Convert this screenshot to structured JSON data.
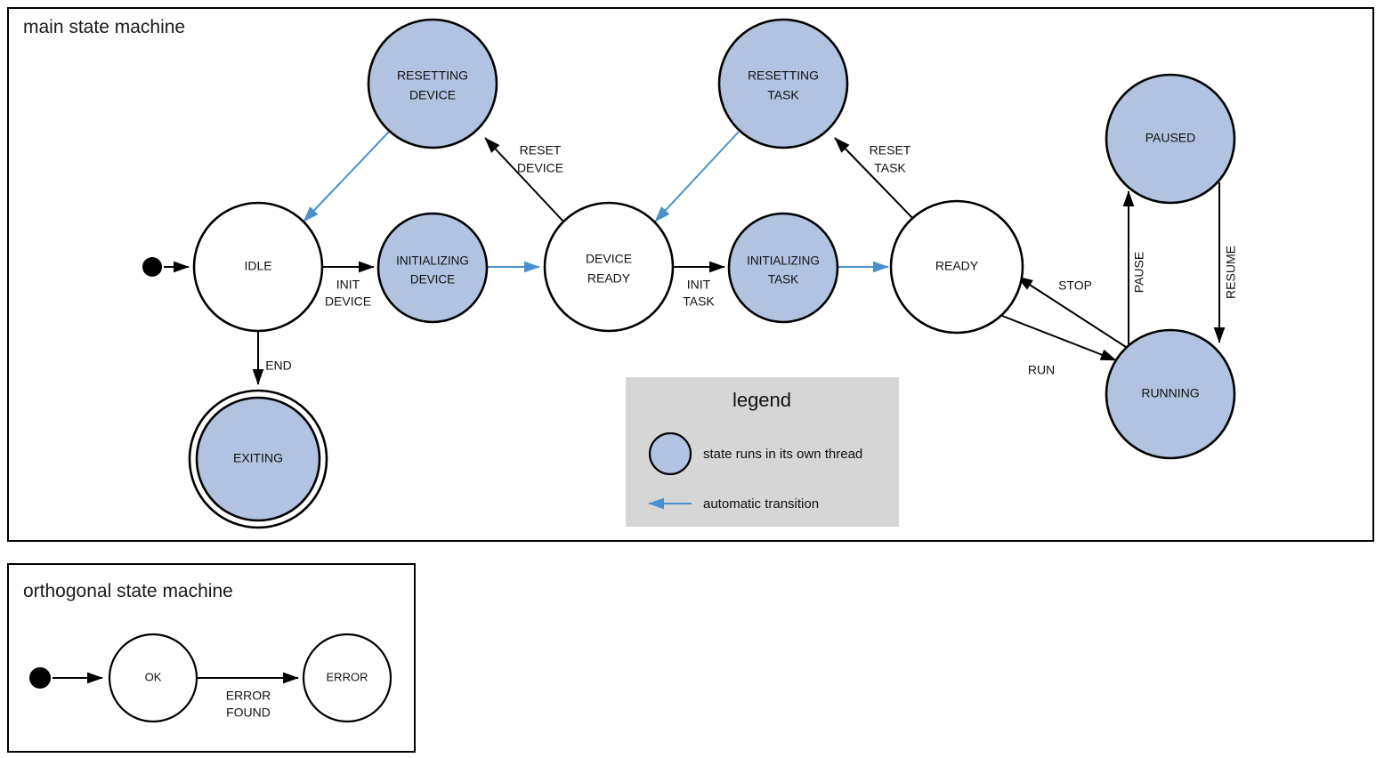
{
  "diagram": {
    "type": "state-machine",
    "accent_colors": {
      "threaded_state_fill": "#b1c3e0",
      "plain_state_fill": "#ffffff",
      "stroke": "#000000",
      "automatic_transition": "#4a90cd",
      "legend_background": "#d6d6d6"
    }
  },
  "main_frame": {
    "title": "main state machine",
    "states": [
      {
        "id": "idle",
        "label_lines": [
          "IDLE"
        ],
        "threaded": false,
        "final": false
      },
      {
        "id": "initializing_device",
        "label_lines": [
          "INITIALIZING",
          "DEVICE"
        ],
        "threaded": true,
        "final": false
      },
      {
        "id": "device_ready",
        "label_lines": [
          "DEVICE",
          "READY"
        ],
        "threaded": false,
        "final": false
      },
      {
        "id": "initializing_task",
        "label_lines": [
          "INITIALIZING",
          "TASK"
        ],
        "threaded": true,
        "final": false
      },
      {
        "id": "ready",
        "label_lines": [
          "READY"
        ],
        "threaded": false,
        "final": false
      },
      {
        "id": "resetting_device",
        "label_lines": [
          "RESETTING",
          "DEVICE"
        ],
        "threaded": true,
        "final": false
      },
      {
        "id": "resetting_task",
        "label_lines": [
          "RESETTING",
          "TASK"
        ],
        "threaded": true,
        "final": false
      },
      {
        "id": "paused",
        "label_lines": [
          "PAUSED"
        ],
        "threaded": true,
        "final": false
      },
      {
        "id": "running",
        "label_lines": [
          "RUNNING"
        ],
        "threaded": true,
        "final": false
      },
      {
        "id": "exiting",
        "label_lines": [
          "EXITING"
        ],
        "threaded": true,
        "final": true
      }
    ],
    "transitions": [
      {
        "from": "start",
        "to": "idle",
        "label_lines": [],
        "automatic": false
      },
      {
        "from": "idle",
        "to": "initializing_device",
        "label_lines": [
          "INIT",
          "DEVICE"
        ],
        "automatic": false
      },
      {
        "from": "initializing_device",
        "to": "device_ready",
        "label_lines": [],
        "automatic": true
      },
      {
        "from": "device_ready",
        "to": "initializing_task",
        "label_lines": [
          "INIT",
          "TASK"
        ],
        "automatic": false
      },
      {
        "from": "initializing_task",
        "to": "ready",
        "label_lines": [],
        "automatic": true
      },
      {
        "from": "device_ready",
        "to": "resetting_device",
        "label_lines": [
          "RESET",
          "DEVICE"
        ],
        "automatic": false
      },
      {
        "from": "resetting_device",
        "to": "idle",
        "label_lines": [],
        "automatic": true
      },
      {
        "from": "ready",
        "to": "resetting_task",
        "label_lines": [
          "RESET",
          "TASK"
        ],
        "automatic": false
      },
      {
        "from": "resetting_task",
        "to": "device_ready",
        "label_lines": [],
        "automatic": true
      },
      {
        "from": "ready",
        "to": "running",
        "label_lines": [
          "RUN"
        ],
        "automatic": false
      },
      {
        "from": "running",
        "to": "ready",
        "label_lines": [
          "STOP"
        ],
        "automatic": false
      },
      {
        "from": "running",
        "to": "paused",
        "label_lines": [
          "PAUSE"
        ],
        "automatic": false
      },
      {
        "from": "paused",
        "to": "running",
        "label_lines": [
          "RESUME"
        ],
        "automatic": false
      },
      {
        "from": "idle",
        "to": "exiting",
        "label_lines": [
          "END"
        ],
        "automatic": false
      }
    ],
    "edge_labels": {
      "init_device_1": "INIT",
      "init_device_2": "DEVICE",
      "init_task_1": "INIT",
      "init_task_2": "TASK",
      "reset_device_1": "RESET",
      "reset_device_2": "DEVICE",
      "reset_task_1": "RESET",
      "reset_task_2": "TASK",
      "run": "RUN",
      "stop": "STOP",
      "pause": "PAUSE",
      "resume": "RESUME",
      "end": "END"
    },
    "state_labels": {
      "idle": "IDLE",
      "initializing_device_1": "INITIALIZING",
      "initializing_device_2": "DEVICE",
      "device_ready_1": "DEVICE",
      "device_ready_2": "READY",
      "initializing_task_1": "INITIALIZING",
      "initializing_task_2": "TASK",
      "ready": "READY",
      "resetting_device_1": "RESETTING",
      "resetting_device_2": "DEVICE",
      "resetting_task_1": "RESETTING",
      "resetting_task_2": "TASK",
      "paused": "PAUSED",
      "running": "RUNNING",
      "exiting": "EXITING"
    }
  },
  "legend": {
    "title": "legend",
    "items": [
      {
        "symbol": "filled-circle",
        "text": "state runs in its own thread"
      },
      {
        "symbol": "blue-arrow",
        "text": "automatic transition"
      }
    ],
    "item_1_text": "state runs in its own thread",
    "item_2_text": "automatic transition"
  },
  "orthogonal_frame": {
    "title": "orthogonal state machine",
    "states": [
      {
        "id": "ok",
        "label": "OK"
      },
      {
        "id": "error",
        "label": "ERROR"
      }
    ],
    "state_labels": {
      "ok": "OK",
      "error": "ERROR"
    },
    "transitions": [
      {
        "from": "start",
        "to": "ok",
        "label_lines": []
      },
      {
        "from": "ok",
        "to": "error",
        "label_lines": [
          "ERROR",
          "FOUND"
        ]
      }
    ],
    "edge_labels": {
      "error_found_1": "ERROR",
      "error_found_2": "FOUND"
    }
  }
}
